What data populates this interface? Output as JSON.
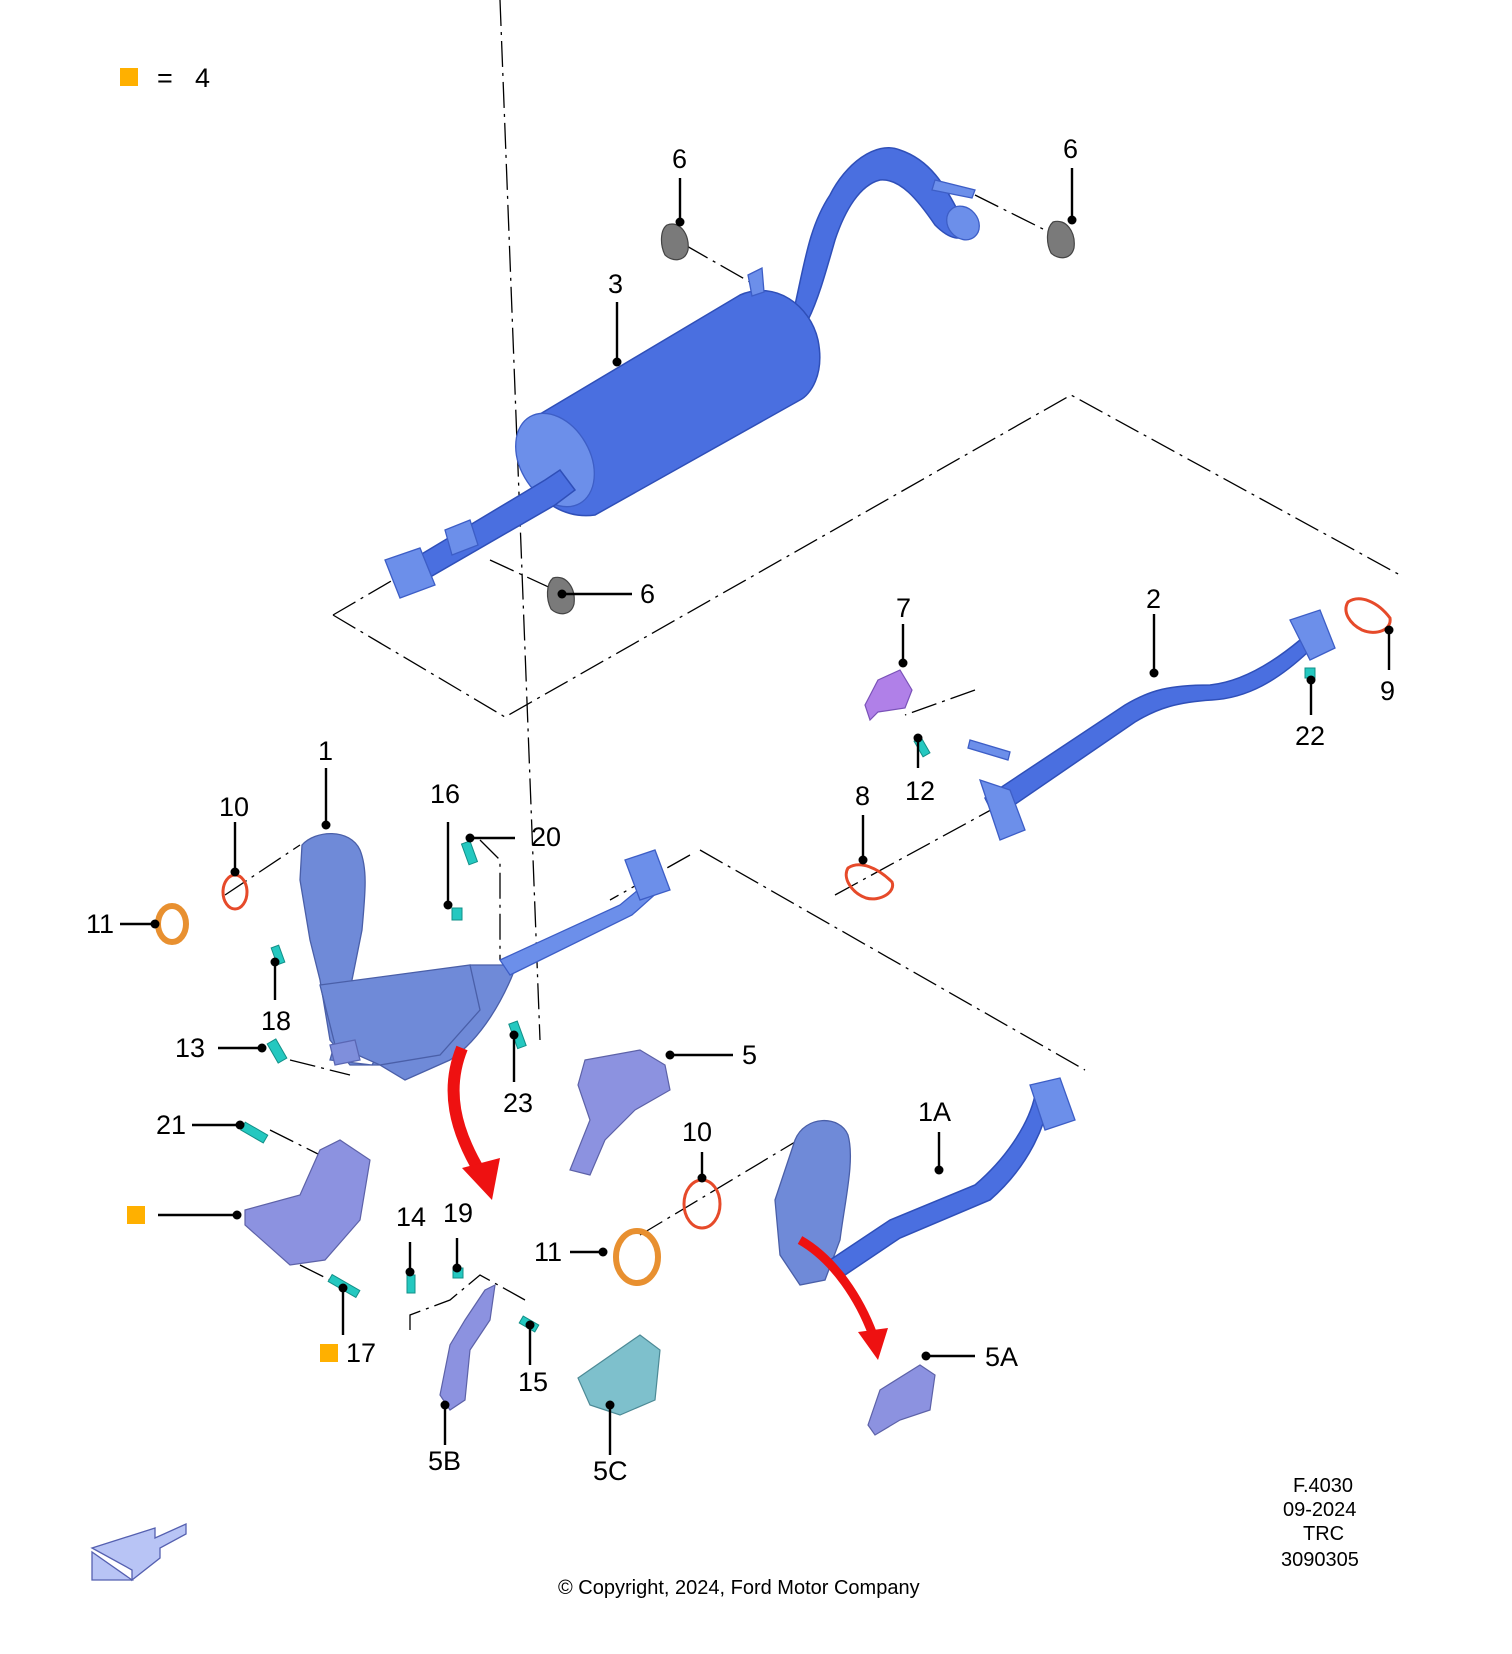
{
  "legend": {
    "symbol_color": "#ffb000",
    "equals": "=",
    "value": "4"
  },
  "callouts": {
    "c6a": "6",
    "c6b": "6",
    "c3": "3",
    "c6c": "6",
    "c7": "7",
    "c2": "2",
    "c9": "9",
    "c22": "22",
    "c12": "12",
    "c8": "8",
    "c1": "1",
    "c10a": "10",
    "c16": "16",
    "c20": "20",
    "c11a": "11",
    "c18": "18",
    "c13": "13",
    "c23": "23",
    "c5": "5",
    "c21": "21",
    "c14": "14",
    "c19": "19",
    "c17": "17",
    "c15": "15",
    "c5b": "5B",
    "c5c": "5C",
    "c10b": "10",
    "c1a": "1A",
    "c11b": "11",
    "c5a": "5A"
  },
  "info_block": {
    "line1": "F.4030",
    "line2": "09-2024",
    "line3": "TRC",
    "line4": "3090305"
  },
  "copyright": "© Copyright, 2024, Ford Motor Company",
  "colors": {
    "tailpipe_blue": "#4a6fe0",
    "fastener_teal": "#24c8c0",
    "gasket_red": "#e64a2a",
    "clamp_orange": "#e89030",
    "arrow_red": "#ee1111",
    "bracket_purple": "#b080e8"
  },
  "icons": {
    "direction_arrow": "front-direction-arrow-icon",
    "flow_arrow": "red-curved-arrow-icon"
  }
}
